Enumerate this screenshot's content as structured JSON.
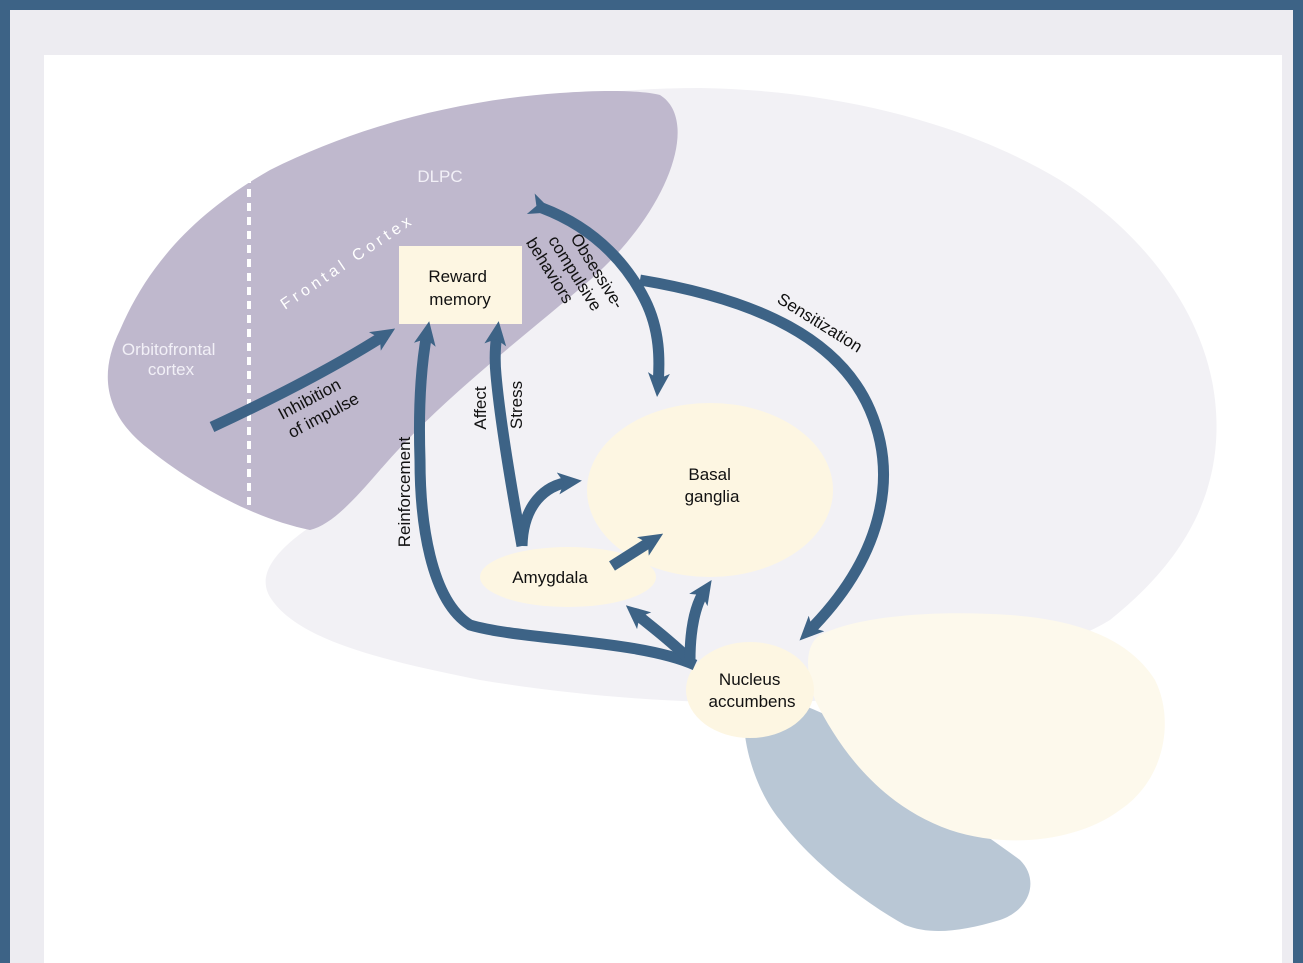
{
  "regions": {
    "dlpc": "DLPC",
    "frontal_cortex": "Frontal Cortex",
    "orbitofrontal": [
      "Orbitofrontal",
      "cortex"
    ]
  },
  "nodes": {
    "reward_memory": [
      "Reward",
      "memory"
    ],
    "basal_ganglia": [
      "Basal",
      "ganglia"
    ],
    "amygdala": "Amygdala",
    "nucleus_accumbens": [
      "Nucleus",
      "accumbens"
    ]
  },
  "pathways": {
    "inhibition": [
      "Inhibition",
      "of impulse"
    ],
    "reinforcement": "Reinforcement",
    "affect": "Affect",
    "stress": "Stress",
    "obsessive": [
      "Obsessive-",
      "compulsive",
      "behaviors"
    ],
    "sensitization": "Sensitization"
  },
  "colors": {
    "frame": "#3d6386",
    "arrow": "#3d6386",
    "frontal_cortex": "#bfb8cd",
    "brain": "#f2f1f5",
    "node_fill": "#fdf6e2",
    "brainstem": "#b9c7d5",
    "cerebellum": "#fdf9ec"
  }
}
